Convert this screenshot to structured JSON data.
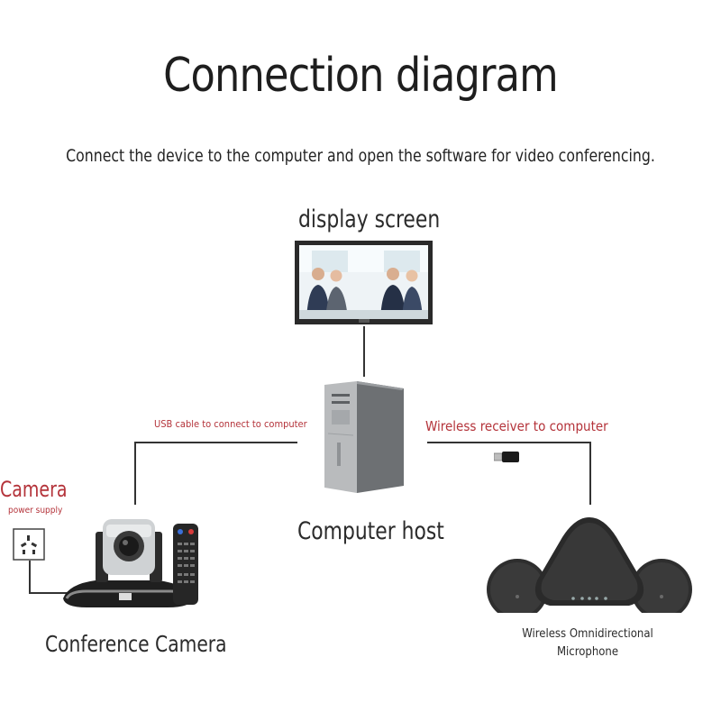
{
  "title": "Connection diagram",
  "subtitle": "Connect the device to the computer and open the software for video conferencing.",
  "nodes": {
    "display": {
      "label": "display screen"
    },
    "host": {
      "label": "Computer host"
    },
    "camera": {
      "label": "Conference Camera"
    },
    "microphone": {
      "label_line1": "Wireless Omnidirectional",
      "label_line2": "Microphone"
    },
    "power": {
      "label": "Camera",
      "sublabel": "power supply"
    }
  },
  "edges": {
    "usb": {
      "label": "USB cable to connect to computer"
    },
    "wireless": {
      "label": "Wireless receiver to computer"
    }
  },
  "colors": {
    "accent": "#b4333a",
    "line": "#333333"
  },
  "icons": [
    "monitor-icon",
    "pc-tower-icon",
    "usb-dongle-icon",
    "power-socket-icon",
    "ptz-camera-icon",
    "remote-control-icon",
    "speakerphone-icon"
  ]
}
